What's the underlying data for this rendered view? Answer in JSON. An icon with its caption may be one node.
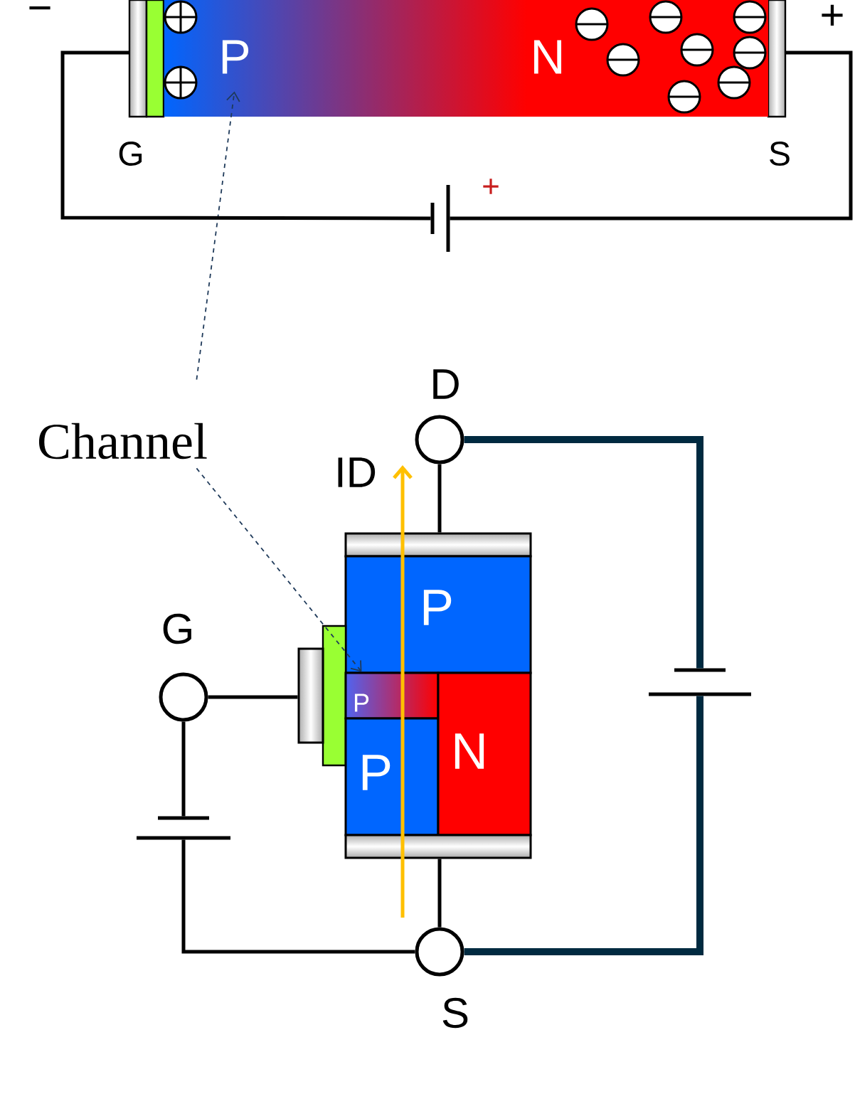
{
  "diagram": {
    "nodes": [
      {
        "text": [
          "P",
          "N"
        ]
      },
      {
        "text": [],
        "shape": "battery"
      },
      {
        "text": [
          "Channel"
        ]
      },
      {
        "text": [],
        "shape": "circle",
        "beside": [
          "D"
        ]
      },
      {
        "text": [],
        "shape": "box"
      },
      {
        "text": [
          "P"
        ]
      },
      {
        "text": [],
        "shape": "battery"
      },
      {
        "text": [],
        "shape": "circle",
        "beside": [
          "G"
        ]
      },
      {
        "text": [],
        "shape": "box"
      },
      {
        "text": [
          "P"
        ]
      },
      {
        "text": [
          "P"
        ]
      },
      {
        "text": [
          "N"
        ]
      },
      {
        "text": [],
        "shape": "battery"
      },
      {
        "text": [],
        "shape": "box"
      },
      {
        "text": [],
        "shape": "circle",
        "beside": [
          "S"
        ]
      }
    ],
    "edges": [
      {
        "from": 2,
        "to": 0,
        "arrow": "to",
        "style": "dashed",
        "color": "#1f3a5a"
      },
      {
        "from": 2,
        "to": 9,
        "arrow": "to",
        "style": "dashed",
        "color": "#1f3a5a"
      },
      {
        "from": 0,
        "to": 1,
        "arrow": "none"
      },
      {
        "from": 1,
        "to": 0,
        "arrow": "none"
      },
      {
        "from": 3,
        "to": 4,
        "arrow": "none"
      },
      {
        "from": 7,
        "to": 8,
        "arrow": "none"
      },
      {
        "from": 14,
        "to": 13,
        "arrow": "none"
      },
      {
        "from": 7,
        "to": 12,
        "arrow": "none"
      },
      {
        "from": 12,
        "to": 14,
        "arrow": "none"
      },
      {
        "from": 3,
        "to": 6,
        "arrow": "none",
        "style": "thick",
        "color": "#002a40"
      },
      {
        "from": 6,
        "to": 14,
        "arrow": "none",
        "style": "thick",
        "color": "#002a40"
      }
    ],
    "labels": [
      "−",
      "+",
      "G",
      "S",
      "+",
      "ID"
    ]
  }
}
